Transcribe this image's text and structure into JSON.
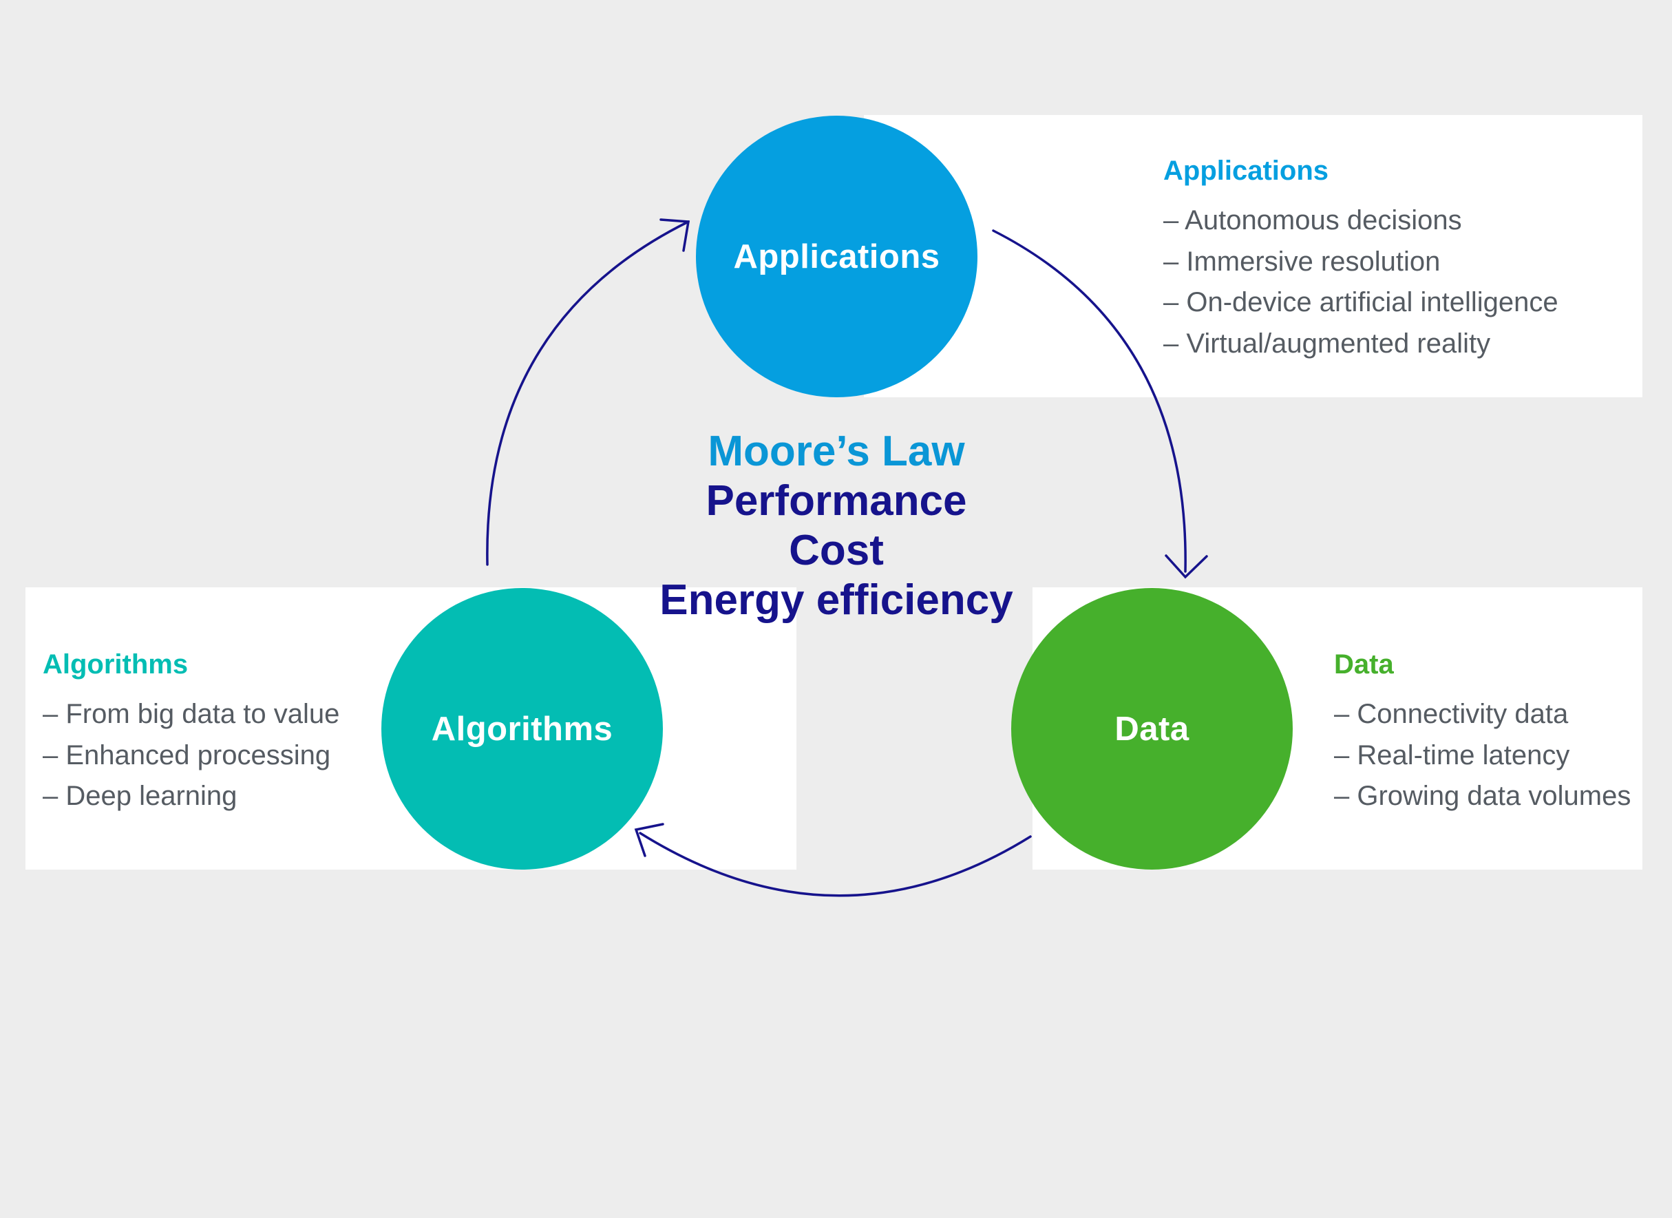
{
  "colors": {
    "background": "#ededed",
    "applications": "#059fe0",
    "algorithms": "#03bdb3",
    "data": "#46b02c",
    "arrow": "#16138c",
    "title_accent": "#0a96d6",
    "title_dark": "#16138c"
  },
  "center": {
    "title": "Moore’s Law",
    "lines": [
      "Performance",
      "Cost",
      "Energy efficiency"
    ]
  },
  "nodes": {
    "applications": {
      "label": "Applications"
    },
    "algorithms": {
      "label": "Algorithms"
    },
    "data": {
      "label": "Data"
    }
  },
  "panels": {
    "applications": {
      "title": "Applications",
      "items": [
        "– Autonomous decisions",
        "– Immersive resolution",
        "– On-device artificial intelligence",
        "– Virtual/augmented reality"
      ]
    },
    "algorithms": {
      "title": "Algorithms",
      "items": [
        "– From big data to value",
        "– Enhanced processing",
        "– Deep learning"
      ]
    },
    "data": {
      "title": "Data",
      "items": [
        "– Connectivity data",
        "– Real-time latency",
        "– Growing data volumes"
      ]
    }
  }
}
